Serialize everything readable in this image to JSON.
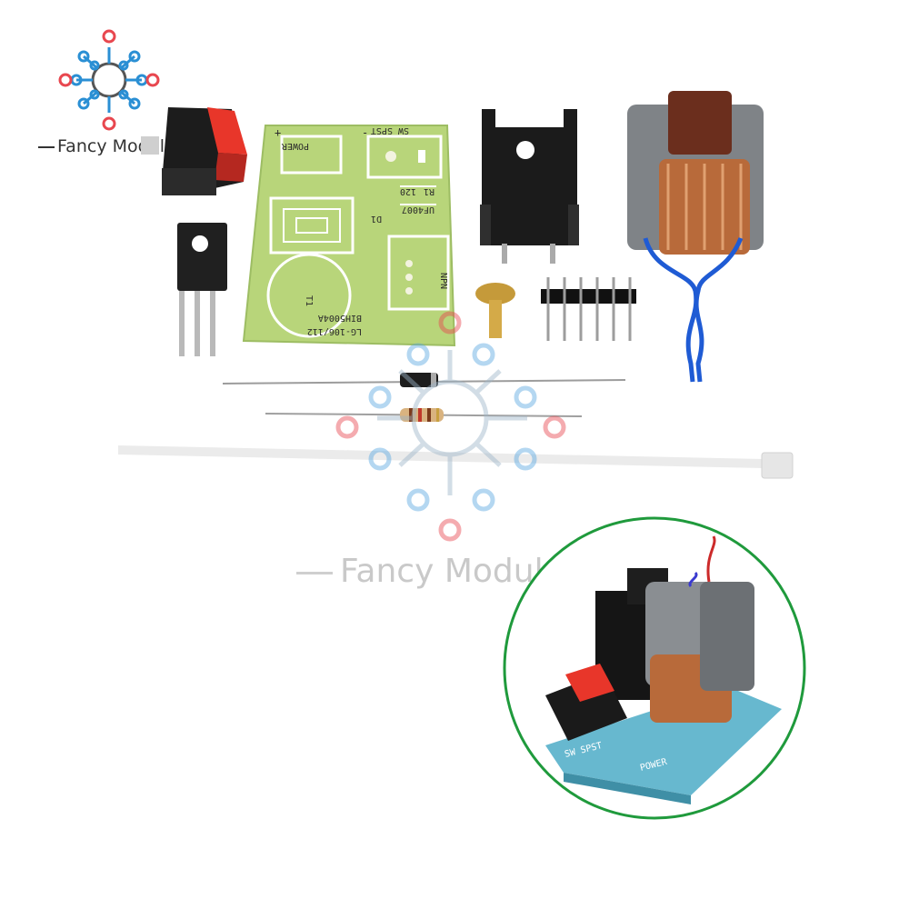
{
  "brand": {
    "logo_icon": "circuit-node-logo",
    "name_top": "Fancy Module",
    "watermark_text": "Fancy Module"
  },
  "pcb": {
    "labels": {
      "power": "POWER",
      "sw": "SW SPST",
      "r1": "R1",
      "r1_value": "120",
      "diode": "D1",
      "diode_part": "UF4007",
      "npn": "NPN",
      "t1": "T1",
      "model": "BIH5004A",
      "board_code": "LG-106/112",
      "plus": "+",
      "minus": "-"
    }
  },
  "inset": {
    "labels": {
      "sw": "SW SPST",
      "power": "POWER"
    }
  },
  "colors": {
    "pcb_green": "#b8d57a",
    "switch_red": "#e8362a",
    "inset_ring": "#1f9a3c",
    "logo_red": "#e8474f",
    "logo_blue": "#2a8fd4",
    "copper": "#b86a3a"
  }
}
